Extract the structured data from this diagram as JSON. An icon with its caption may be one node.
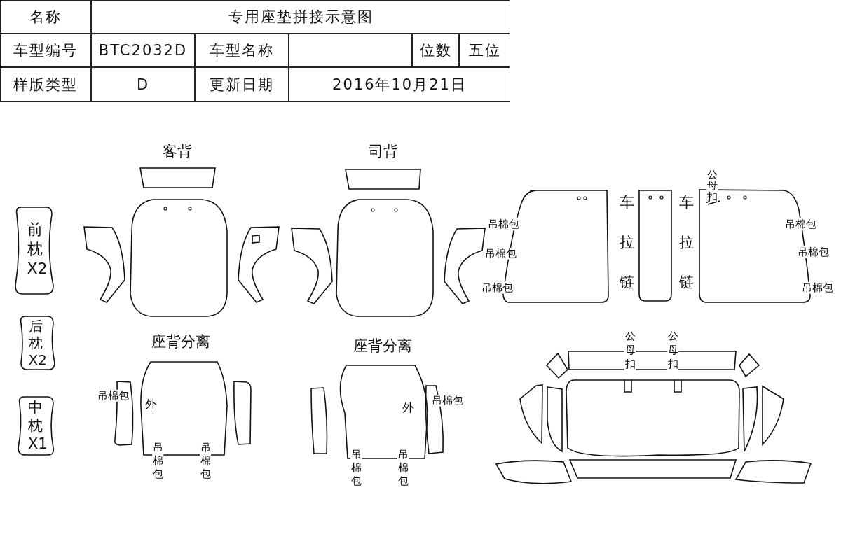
{
  "diagram": {
    "labels": [
      "名称",
      "专用座垫拼接示意图",
      "车型编号",
      "BTC2032D",
      "车型名称",
      "位数",
      "五位",
      "样版类型",
      "D",
      "更新日期",
      "2016年10月21日",
      "客背",
      "司背",
      "公母扣",
      "前枕X2",
      "吊棉包",
      "车拉链",
      "车拉链",
      "吊棉包",
      "吊棉包",
      "吊棉包",
      "吊棉包",
      "吊棉包",
      "后枕X2",
      "座背分离",
      "座背分离",
      "公母扣",
      "公母扣",
      "中枕X1",
      "吊棉包",
      "外",
      "外",
      "吊棉包",
      "吊棉包",
      "吊棉包",
      "吊棉包",
      "吊棉包"
    ]
  }
}
